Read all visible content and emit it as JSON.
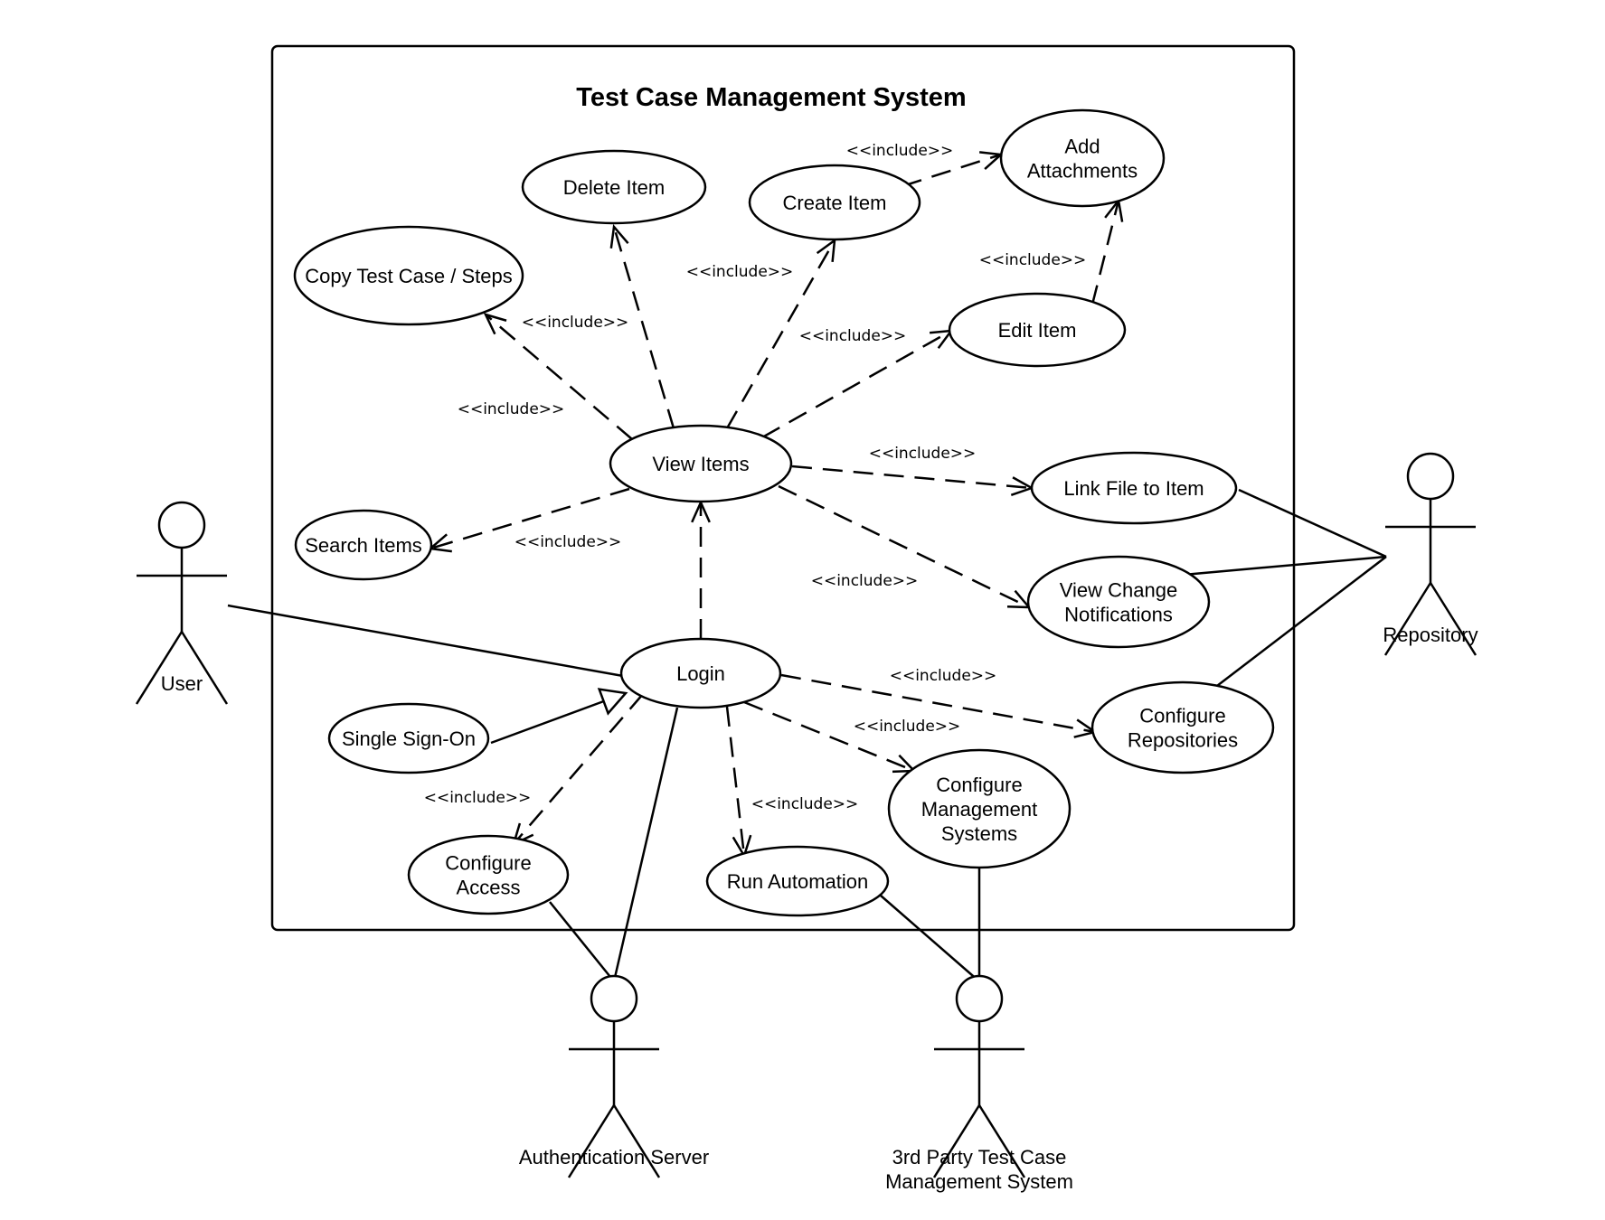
{
  "system": {
    "title": "Test Case Management System"
  },
  "include_label": "<<include>>",
  "use_cases": {
    "delete_item": [
      "Delete Item"
    ],
    "create_item": [
      "Create Item"
    ],
    "add_attachments": [
      "Add",
      "Attachments"
    ],
    "copy_test_case": [
      "Copy Test Case / Steps"
    ],
    "edit_item": [
      "Edit Item"
    ],
    "view_items": [
      "View Items"
    ],
    "link_file": [
      "Link File to Item"
    ],
    "search_items": [
      "Search Items"
    ],
    "view_change_notifications": [
      "View Change",
      "Notifications"
    ],
    "login": [
      "Login"
    ],
    "single_sign_on": [
      "Single Sign-On"
    ],
    "configure_repositories": [
      "Configure",
      "Repositories"
    ],
    "configure_management_systems": [
      "Configure",
      "Management",
      "Systems"
    ],
    "configure_access": [
      "Configure",
      "Access"
    ],
    "run_automation": [
      "Run Automation"
    ]
  },
  "actors": {
    "user": [
      "User"
    ],
    "repository": [
      "Repository"
    ],
    "authentication_server": [
      "Authentication Server"
    ],
    "third_party": [
      "3rd Party Test Case",
      "Management System"
    ]
  },
  "relationships": [
    {
      "type": "include",
      "from": "create_item",
      "to": "add_attachments"
    },
    {
      "type": "include",
      "from": "edit_item",
      "to": "add_attachments"
    },
    {
      "type": "include",
      "from": "view_items",
      "to": "delete_item"
    },
    {
      "type": "include",
      "from": "view_items",
      "to": "create_item"
    },
    {
      "type": "include",
      "from": "view_items",
      "to": "copy_test_case"
    },
    {
      "type": "include",
      "from": "view_items",
      "to": "edit_item"
    },
    {
      "type": "include",
      "from": "view_items",
      "to": "link_file"
    },
    {
      "type": "include",
      "from": "view_items",
      "to": "search_items"
    },
    {
      "type": "include",
      "from": "view_items",
      "to": "view_change_notifications"
    },
    {
      "type": "include",
      "from": "login",
      "to": "view_items"
    },
    {
      "type": "include",
      "from": "login",
      "to": "configure_repositories"
    },
    {
      "type": "include",
      "from": "login",
      "to": "configure_management_systems"
    },
    {
      "type": "include",
      "from": "login",
      "to": "run_automation"
    },
    {
      "type": "include",
      "from": "login",
      "to": "configure_access"
    },
    {
      "type": "generalization",
      "from": "single_sign_on",
      "to": "login"
    },
    {
      "type": "association",
      "from": "user",
      "to": "login"
    },
    {
      "type": "association",
      "from": "authentication_server",
      "to": "login"
    },
    {
      "type": "association",
      "from": "authentication_server",
      "to": "configure_access"
    },
    {
      "type": "association",
      "from": "third_party",
      "to": "run_automation"
    },
    {
      "type": "association",
      "from": "third_party",
      "to": "configure_management_systems"
    },
    {
      "type": "association",
      "from": "repository",
      "to": "link_file"
    },
    {
      "type": "association",
      "from": "repository",
      "to": "view_change_notifications"
    },
    {
      "type": "association",
      "from": "repository",
      "to": "configure_repositories"
    }
  ]
}
